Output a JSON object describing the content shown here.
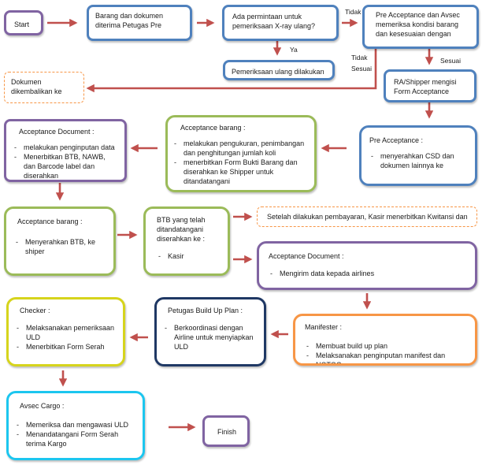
{
  "nodes": {
    "start": {
      "title": "Start"
    },
    "barang_diterima": {
      "title": "Barang dan dokumen diterima Petugas Pre"
    },
    "permintaan_xray": {
      "title": "Ada permintaan untuk pemeriksaan X-ray ulang?"
    },
    "pre_acceptance_avsec": {
      "title": "Pre Acceptance dan Avsec memeriksa kondisi barang dan kesesuaian dengan"
    },
    "pemeriksaan_ulang": {
      "title": "Pemeriksaan ulang dilakukan di"
    },
    "dokumen_dikembalikan": {
      "title": "Dokumen dikembalikan ke"
    },
    "ra_shipper": {
      "title": "RA/Shipper mengisi Form Acceptance"
    },
    "acceptance_document_1": {
      "title": "Acceptance Document :",
      "items": [
        "melakukan penginputan data",
        "Menerbitkan BTB, NAWB, dan Barcode label dan diserahkan"
      ]
    },
    "acceptance_barang_1": {
      "title": "Acceptance barang :",
      "items": [
        "melakukan pengukuran, penimbangan dan penghitungan jumlah koli",
        "menerbitkan Form Bukti Barang dan diserahkan ke Shipper untuk ditandatangani"
      ]
    },
    "pre_acceptance_2": {
      "title": "Pre Acceptance :",
      "items": [
        "menyerahkan CSD dan dokumen lainnya ke"
      ]
    },
    "acceptance_barang_2": {
      "title": "Acceptance barang :",
      "items": [
        "Menyerahkan BTB, ke shiper"
      ]
    },
    "btb_ditandatangani": {
      "title": "BTB yang telah ditandatangani diserahkan ke :",
      "items": [
        "Kasir"
      ]
    },
    "kwitansi": {
      "title": "Setelah dilakukan pembayaran, Kasir menerbitkan Kwitansi dan"
    },
    "acceptance_document_2": {
      "title": "Acceptance Document :",
      "items": [
        "Mengirim data kepada airlines"
      ]
    },
    "checker": {
      "title": "Checker :",
      "items": [
        "Melaksanakan pemeriksaan ULD",
        "Menerbitkan Form Serah"
      ]
    },
    "build_up_plan": {
      "title": "Petugas Build Up Plan :",
      "items": [
        "Berkoordinasi dengan Airline untuk menyiapkan ULD"
      ]
    },
    "manifester": {
      "title": "Manifester :",
      "items": [
        "Membuat build up plan",
        "Melaksanakan penginputan manifest dan NOTOC"
      ]
    },
    "avsec_cargo": {
      "title": "Avsec Cargo :",
      "items": [
        "Memeriksa dan mengawasi ULD",
        "Menandatangani Form Serah terima Kargo"
      ]
    },
    "finish": {
      "title": "Finish"
    }
  },
  "labels": {
    "tidak_1": "Tidak",
    "ya": "Ya",
    "tidak_sesuai": "Tidak Sesuai",
    "sesuai": "Sesuai"
  },
  "colors": {
    "arrow": "#c0504d",
    "blue": "#4f81bd",
    "purple": "#8064a2",
    "green": "#9bbb59",
    "orange": "#f79646",
    "yellow": "#d6d41c",
    "navy": "#1f3864",
    "cyan": "#1cc6ef"
  }
}
